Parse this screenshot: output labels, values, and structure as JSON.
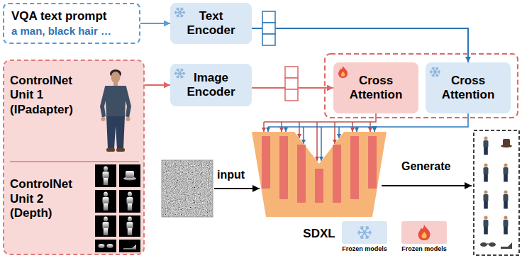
{
  "diagram": {
    "nodes": [
      {
        "text": [
          "VQA text prompt",
          "a man, black hair …"
        ]
      },
      {
        "text": [
          "Text Encoder"
        ]
      },
      {
        "text": [
          "ControlNet Unit 1 (IPadapter)",
          "ControlNet Unit 2 (Depth)"
        ]
      },
      {
        "text": [
          "Image Encoder"
        ]
      },
      {
        "text": [
          "Cross Attention"
        ]
      },
      {
        "text": [
          "Cross Attention"
        ]
      },
      {
        "text": [
          "SDXL"
        ]
      }
    ],
    "edges": [
      {
        "from": 0,
        "to": 1,
        "arrow": "to"
      },
      {
        "from": 1,
        "to": 5,
        "arrow": "to"
      },
      {
        "from": 2,
        "to": 3,
        "arrow": "to"
      },
      {
        "from": 3,
        "to": 4,
        "arrow": "to"
      },
      {
        "from": 4,
        "to": 6,
        "arrow": "to"
      },
      {
        "from": 5,
        "to": 6,
        "arrow": "to"
      }
    ],
    "labels": [
      "input",
      "Generate"
    ],
    "legend": [
      {
        "text": "Frozen models",
        "color": "#dae8f5"
      },
      {
        "text": "Frozen models",
        "color": "#f8cecc"
      }
    ]
  }
}
